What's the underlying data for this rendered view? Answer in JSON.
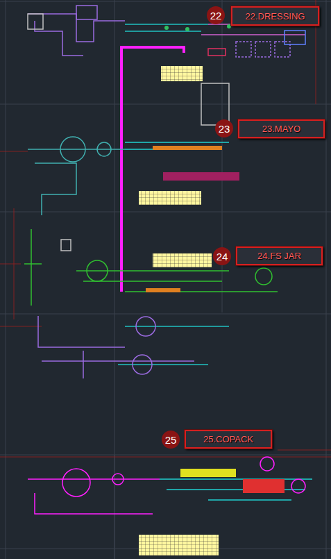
{
  "diagram": {
    "nodes": [
      {
        "text": [
          "22"
        ]
      },
      {
        "text": [
          "22.DRESSING"
        ]
      },
      {
        "text": [
          "23"
        ]
      },
      {
        "text": [
          "23.MAYO"
        ]
      },
      {
        "text": [
          "24"
        ]
      },
      {
        "text": [
          "24.FS JAR"
        ]
      },
      {
        "text": [
          "25"
        ]
      },
      {
        "text": [
          "25.COPACK"
        ]
      }
    ]
  }
}
